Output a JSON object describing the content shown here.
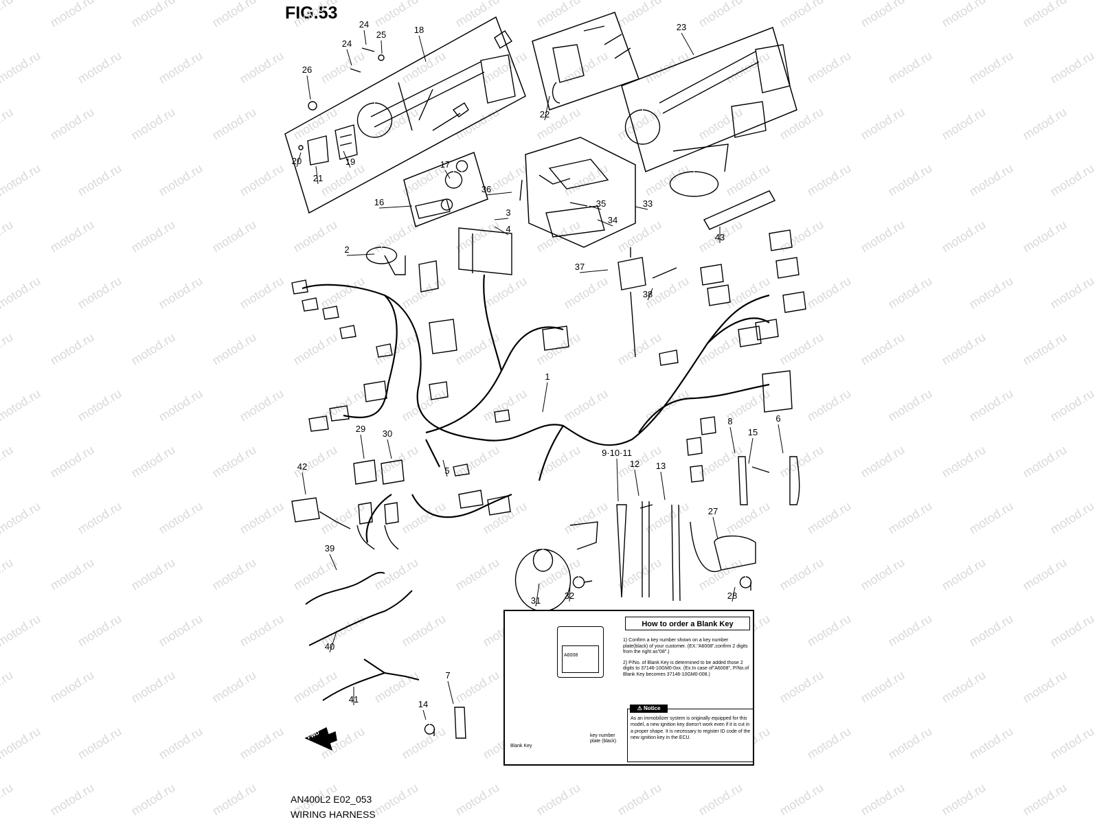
{
  "figure": {
    "title": "FIG.53",
    "code": "AN400L2 E02_053",
    "name": "WIRING HARNESS"
  },
  "watermark": "motod.ru",
  "blank_key": {
    "heading": "How to order a Blank Key",
    "plate_code": "A6008",
    "step1": "1) Confirm a key number shown on a key number plate(black) of your customer. (EX.\"A6008\",confirm 2 digits from the right as\"08\".)",
    "step2": "2) P/No. of Blank Key is determined to be added those 2 digits to 37146-10GM0-0xx. (Ex.In case of\"A6008\", P/No.of Blank Key becomes 37146-10GM0-008.)",
    "notice_label": "Notice",
    "notice": "As an immobilizer system is originally equipped for this model, a new ignition key doesn't work even if it is cut in a proper shape. It is necessary to register ID code of the new ignition key in the ECU.",
    "label_plate": "key number plate (black)",
    "label_key": "Blank Key"
  },
  "fwd_label": "FWD",
  "callouts": [
    "1",
    "2",
    "3",
    "4",
    "5",
    "6",
    "7",
    "8",
    "9·10·11",
    "12",
    "13",
    "14",
    "15",
    "16",
    "17",
    "18",
    "19",
    "20",
    "21",
    "22",
    "23",
    "24",
    "24",
    "25",
    "26",
    "27",
    "28",
    "29",
    "30",
    "31",
    "32",
    "33",
    "34",
    "35",
    "36",
    "37",
    "38",
    "39",
    "40",
    "41",
    "42",
    "43"
  ]
}
